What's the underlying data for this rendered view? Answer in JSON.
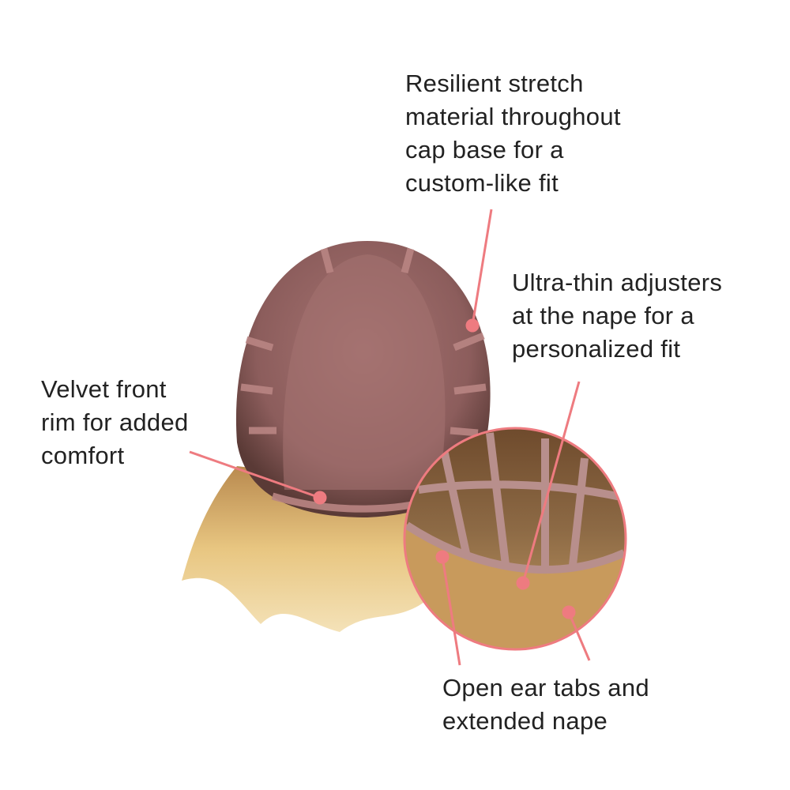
{
  "callouts": {
    "stretch": {
      "lines": [
        "Resilient stretch",
        "material throughout",
        "cap base for a",
        "custom-like fit"
      ]
    },
    "adjusters": {
      "lines": [
        "Ultra-thin adjusters",
        "at the nape for a",
        "personalized fit"
      ]
    },
    "velvet": {
      "lines": [
        "Velvet front",
        "rim for added",
        "comfort"
      ]
    },
    "ear_tabs": {
      "lines": [
        "Open ear tabs and",
        "extended nape"
      ]
    }
  },
  "colors": {
    "accent": "#ee7b80",
    "cap": "#8a5a5a",
    "hair": "#e6c07a"
  }
}
